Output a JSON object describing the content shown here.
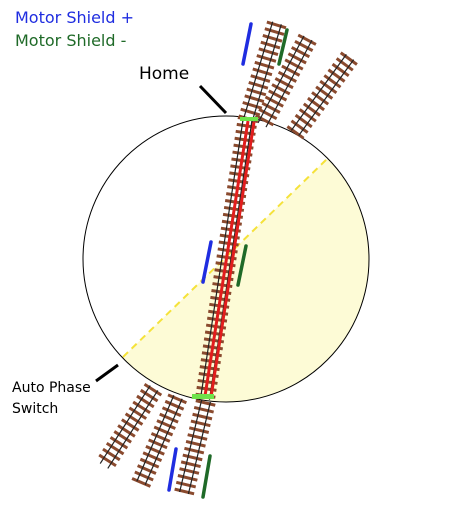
{
  "legend": {
    "items": [
      {
        "label": "Motor Shield +",
        "color": "#1f2de0"
      },
      {
        "label": "Motor Shield -",
        "color": "#1f6a28"
      }
    ]
  },
  "labels": {
    "home": "Home",
    "auto_phase_line1": "Auto Phase",
    "auto_phase_line2": "Switch"
  },
  "colors": {
    "turntable_outline": "#000000",
    "half_fill": "#fdfbd6",
    "phase_line": "#f5e23a",
    "bridge_rail": "#e21d1d",
    "tie": "#8a4a2e",
    "rail": "#222222",
    "plus": "#1f2de0",
    "minus": "#1f6a28",
    "sensor_mark": "#000000",
    "bridge_end": "#6ee34a"
  },
  "icons": {
    "track": "railway-track-icon",
    "bridge": "turntable-bridge-icon",
    "pointer": "leader-line-icon"
  }
}
